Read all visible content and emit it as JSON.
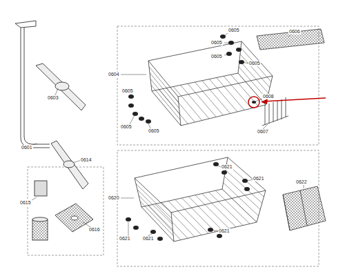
{
  "diagram": {
    "labels": [
      "0601",
      "0603",
      "0604",
      "0605",
      "0605",
      "0605",
      "0605",
      "0606",
      "0605",
      "0605",
      "0605",
      "0608",
      "0607",
      "0614",
      "0615",
      "0616",
      "0620",
      "0621",
      "0621",
      "0621",
      "0621",
      "0621",
      "0622"
    ]
  }
}
